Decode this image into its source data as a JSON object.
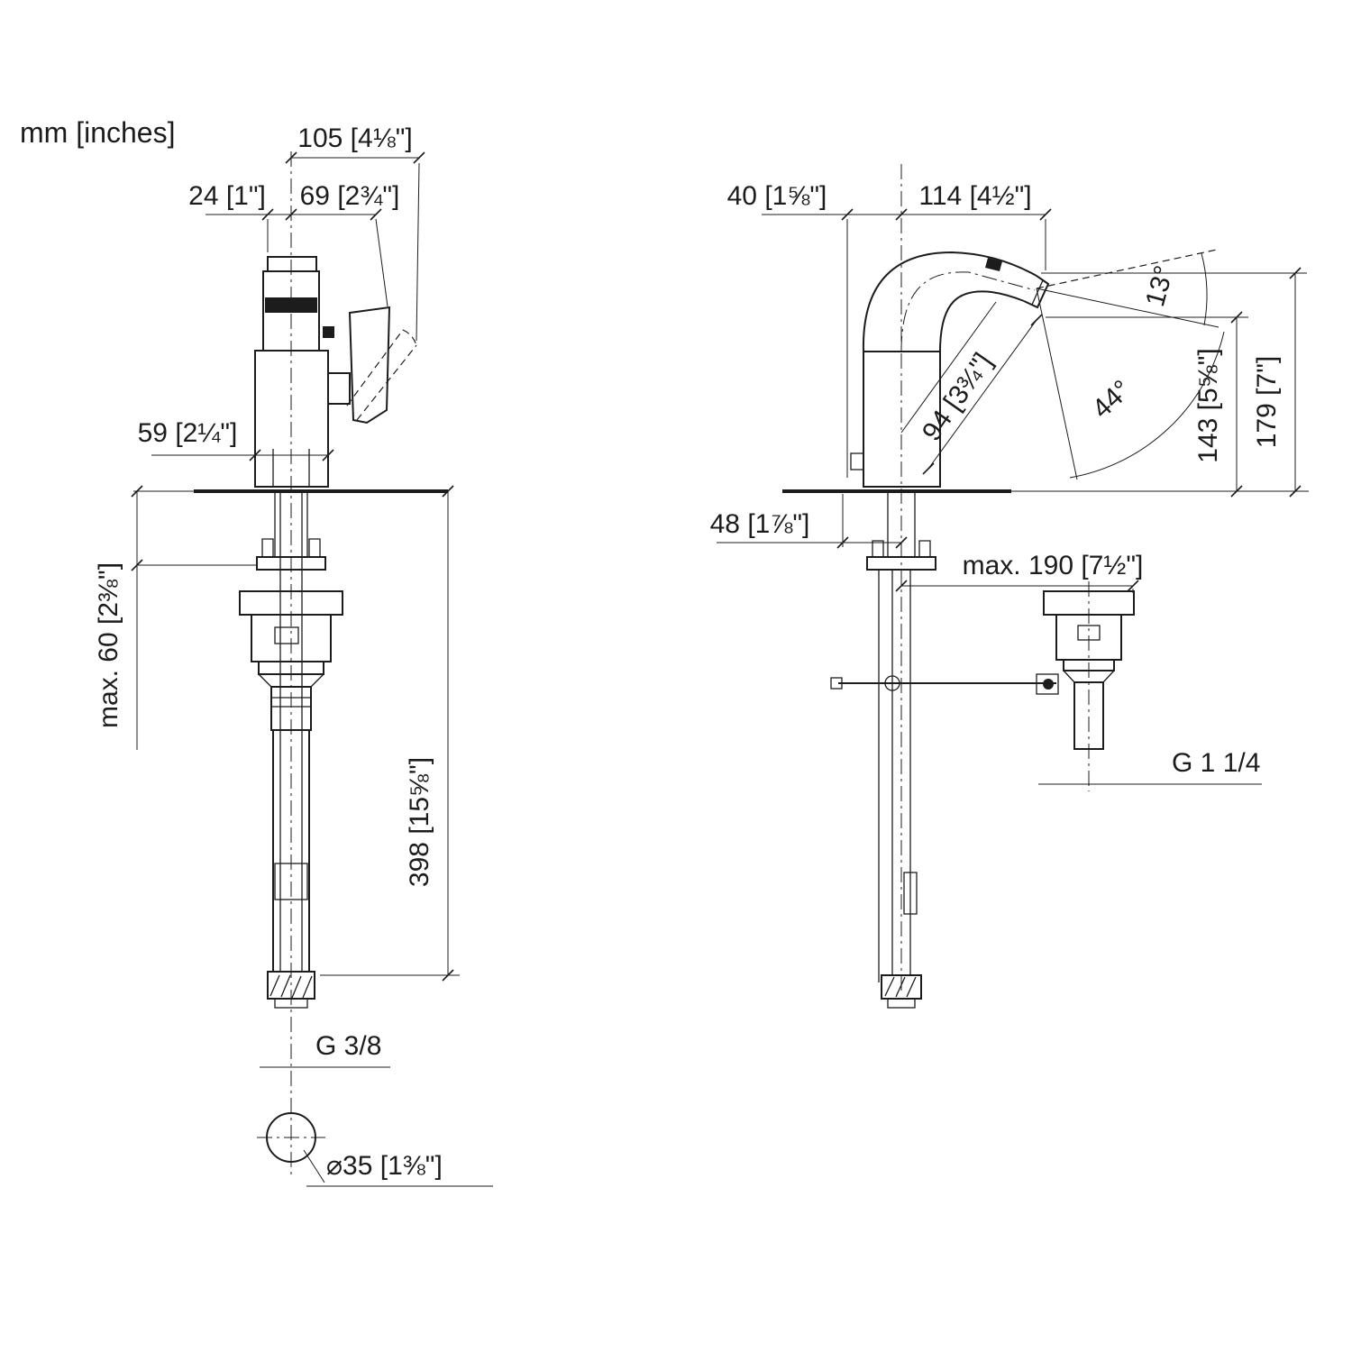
{
  "units_label": "mm [inches]",
  "front": {
    "d105": "105 [4⅛\"]",
    "d24": "24 [1\"]",
    "d69": "69 [2¾\"]",
    "d59": "59 [2¼\"]",
    "dmax60": "max. 60 [2⅜\"]",
    "d398": "398 [15⅝\"]",
    "g38": "G 3/8",
    "d35": "⌀35 [1⅜\"]"
  },
  "side": {
    "d40": "40 [1⅝\"]",
    "d114": "114 [4½\"]",
    "a13": "13°",
    "d94": "94 [3¾\"]",
    "a44": "44°",
    "d143": "143 [5⅝\"]",
    "d179": "179 [7\"]",
    "d48": "48 [1⅞\"]",
    "dmax190": "max. 190 [7½\"]",
    "g114": "G 1 1/4"
  },
  "colors": {
    "line": "#1c1c1c",
    "background": "#ffffff"
  }
}
